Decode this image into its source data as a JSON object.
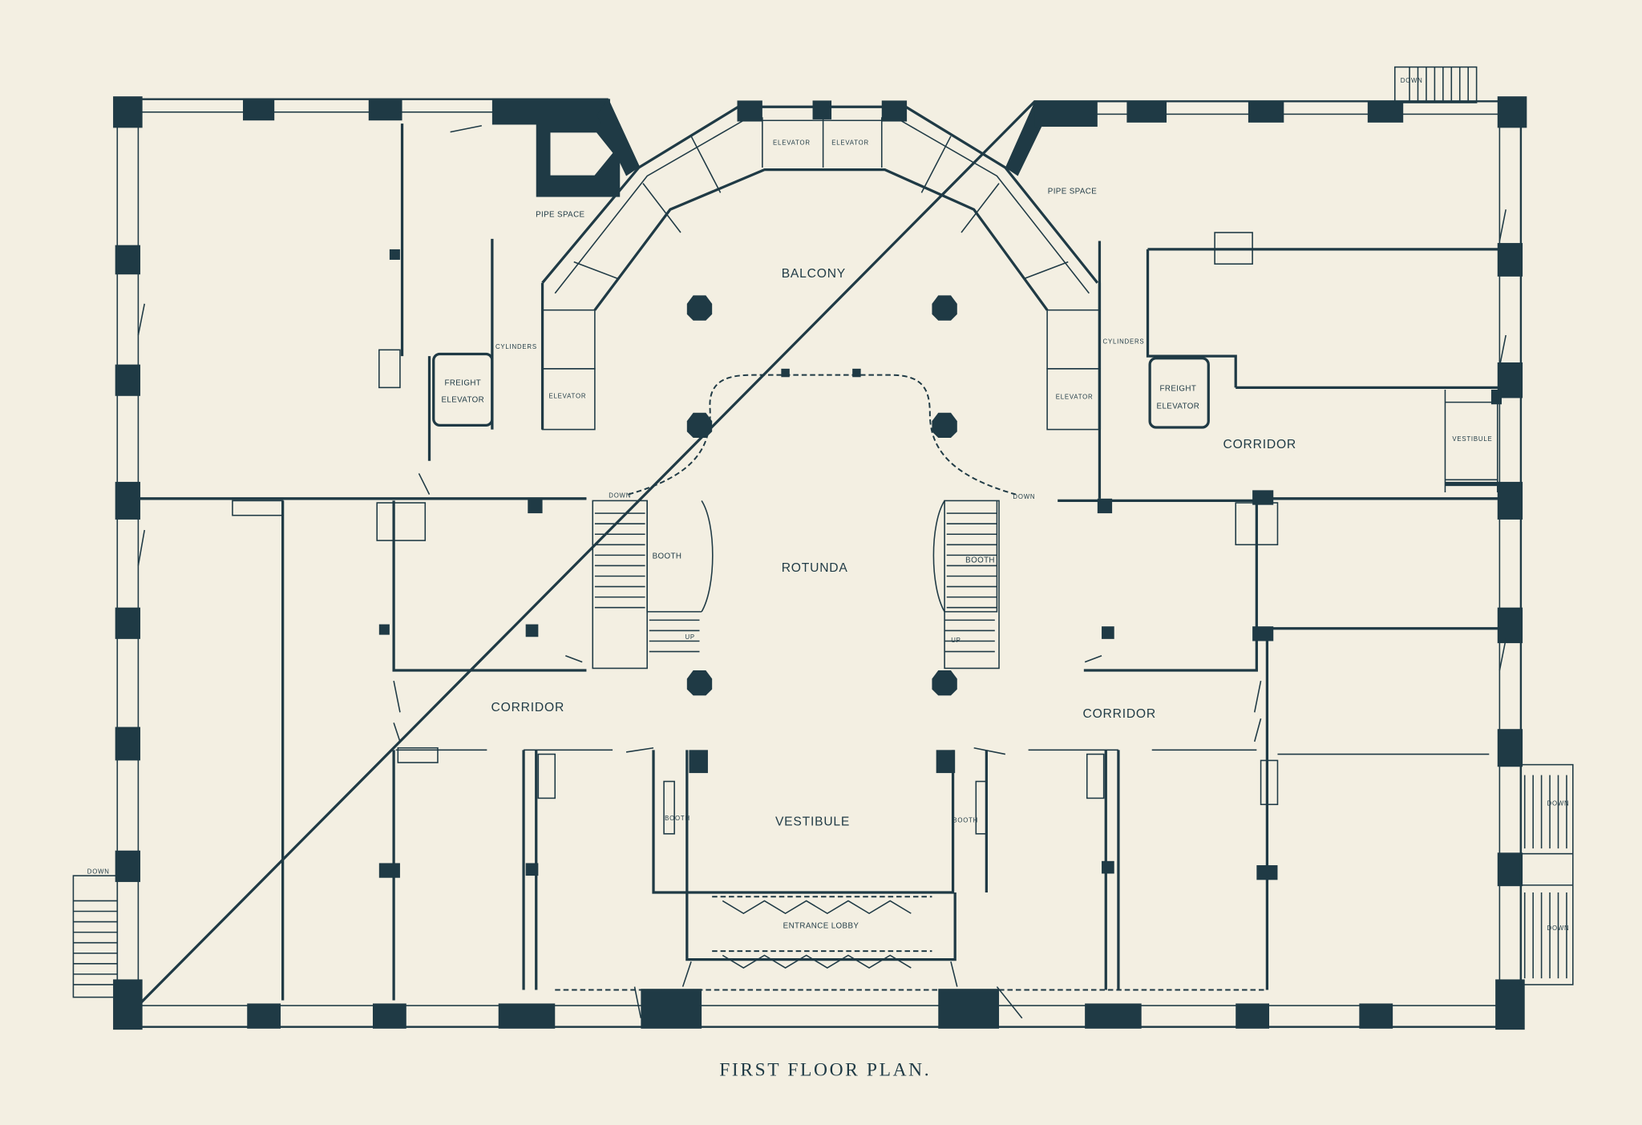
{
  "title": "FIRST FLOOR PLAN.",
  "colors": {
    "paper": "#f3efe2",
    "ink": "#1f3a45"
  },
  "rooms": {
    "balcony": "BALCONY",
    "rotunda": "ROTUNDA",
    "vestibule": "VESTIBULE",
    "entrance_lobby": "ENTRANCE LOBBY",
    "corridor_left": "CORRIDOR",
    "corridor_center_right": "CORRIDOR",
    "corridor_upper_right": "CORRIDOR",
    "vestibule_right": "VESTIBULE"
  },
  "small_labels": {
    "freight_left_1": "FREIGHT",
    "freight_left_2": "ELEVATOR",
    "freight_right_1": "FREIGHT",
    "freight_right_2": "ELEVATOR",
    "elevator_left": "ELEVATOR",
    "elevator_right": "ELEVATOR",
    "elevator_top_left": "ELEVATOR",
    "elevator_top_right": "ELEVATOR",
    "cylinders_left": "CYLINDERS",
    "cylinders_right": "CYLINDERS",
    "pipe_space_left": "PIPE SPACE",
    "pipe_space_right": "PIPE SPACE",
    "booth_upper_left": "BOOTH",
    "booth_upper_right": "BOOTH",
    "booth_lower_left": "BOOTH",
    "booth_lower_right": "BOOTH",
    "down_stair_left": "DOWN",
    "down_stair_right": "DOWN",
    "down_top_right": "DOWN",
    "down_lower_left": "DOWN",
    "down_right_1": "DOWN",
    "down_right_2": "DOWN",
    "up_left": "UP",
    "up_right": "UP"
  }
}
